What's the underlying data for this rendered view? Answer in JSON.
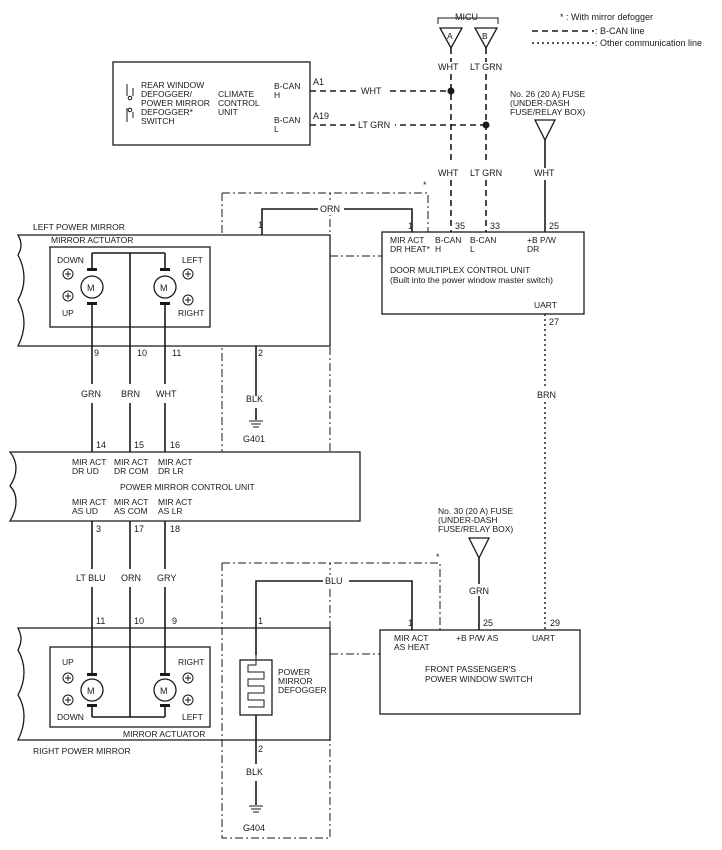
{
  "legend": {
    "note_star": "* : With mirror defogger",
    "note_bcan": "B-CAN line",
    "note_other": "Other communication line"
  },
  "micu": {
    "label": "MICU",
    "pin_a": "A",
    "pin_b": "B"
  },
  "climate": {
    "switch_label": [
      "REAR WINDOW",
      "DEFOGGER/",
      "POWER MIRROR",
      "DEFOGGER*",
      "SWITCH"
    ],
    "unit_label": [
      "CLIMATE",
      "CONTROL",
      "UNIT"
    ],
    "canh_label": [
      "B-CAN",
      "H"
    ],
    "canl_label": [
      "B-CAN",
      "L"
    ],
    "pin_h": "A1",
    "pin_l": "A19"
  },
  "fuse26": {
    "label": [
      "No. 26 (20 A) FUSE",
      "(UNDER-DASH",
      "FUSE/RELAY BOX)"
    ]
  },
  "fuse30": {
    "label": [
      "No. 30 (20 A) FUSE",
      "(UNDER-DASH",
      "FUSE/RELAY BOX)"
    ]
  },
  "wires": {
    "wht": "WHT",
    "ltgrn": "LT GRN",
    "orn": "ORN",
    "blk": "BLK",
    "grn": "GRN",
    "brn": "BRN",
    "ltblu": "LT BLU",
    "gry": "GRY",
    "blu": "BLU"
  },
  "door_unit": {
    "name": [
      "DOOR MULTIPLEX CONTROL UNIT",
      "(Built into the power window master switch)"
    ],
    "mir_label": [
      "MIR ACT",
      "DR HEAT*"
    ],
    "canh_label": [
      "B-CAN",
      "H"
    ],
    "canl_label": [
      "B-CAN",
      "L"
    ],
    "bpw_label": [
      "+B P/W",
      "DR"
    ],
    "uart_label": "UART",
    "pins": {
      "mir": "1",
      "canh": "35",
      "canl": "33",
      "bpw": "25",
      "uart": "27"
    }
  },
  "passenger": {
    "name": [
      "FRONT PASSENGER'S",
      "POWER WINDOW SWITCH"
    ],
    "mir_label": [
      "MIR ACT",
      "AS HEAT"
    ],
    "bpw_label": "+B P/W AS",
    "uart_label": "UART",
    "pins": {
      "mir": "1",
      "bpw": "25",
      "uart": "29"
    }
  },
  "left_mirror": {
    "title": "LEFT POWER MIRROR",
    "actuator": "MIRROR ACTUATOR",
    "labels": {
      "down": "DOWN",
      "up": "UP",
      "left": "LEFT",
      "right": "RIGHT"
    },
    "motor": "M",
    "pins": {
      "a": "9",
      "b": "10",
      "c": "11"
    }
  },
  "right_mirror": {
    "title": "RIGHT POWER MIRROR",
    "actuator": "MIRROR ACTUATOR",
    "labels": {
      "up": "UP",
      "down": "DOWN",
      "right": "RIGHT",
      "left": "LEFT"
    },
    "motor": "M",
    "pins": {
      "a": "11",
      "b": "10",
      "c": "9"
    }
  },
  "defogger": {
    "label": [
      "POWER",
      "MIRROR",
      "DEFOGGER"
    ],
    "pin_top": "1",
    "pin_bottom": "2"
  },
  "grounds": {
    "left": "G401",
    "right": "G404"
  },
  "pmcu": {
    "name": "POWER MIRROR CONTROL UNIT",
    "dr_ud": [
      "MIR ACT",
      "DR UD"
    ],
    "dr_com": [
      "MIR ACT",
      "DR COM"
    ],
    "dr_lr": [
      "MIR ACT",
      "DR LR"
    ],
    "as_ud": [
      "MIR ACT",
      "AS UD"
    ],
    "as_com": [
      "MIR ACT",
      "AS COM"
    ],
    "as_lr": [
      "MIR ACT",
      "AS LR"
    ],
    "pins_top": {
      "a": "14",
      "b": "15",
      "c": "16"
    },
    "pins_bottom": {
      "a": "3",
      "b": "17",
      "c": "18"
    }
  },
  "star": "*"
}
